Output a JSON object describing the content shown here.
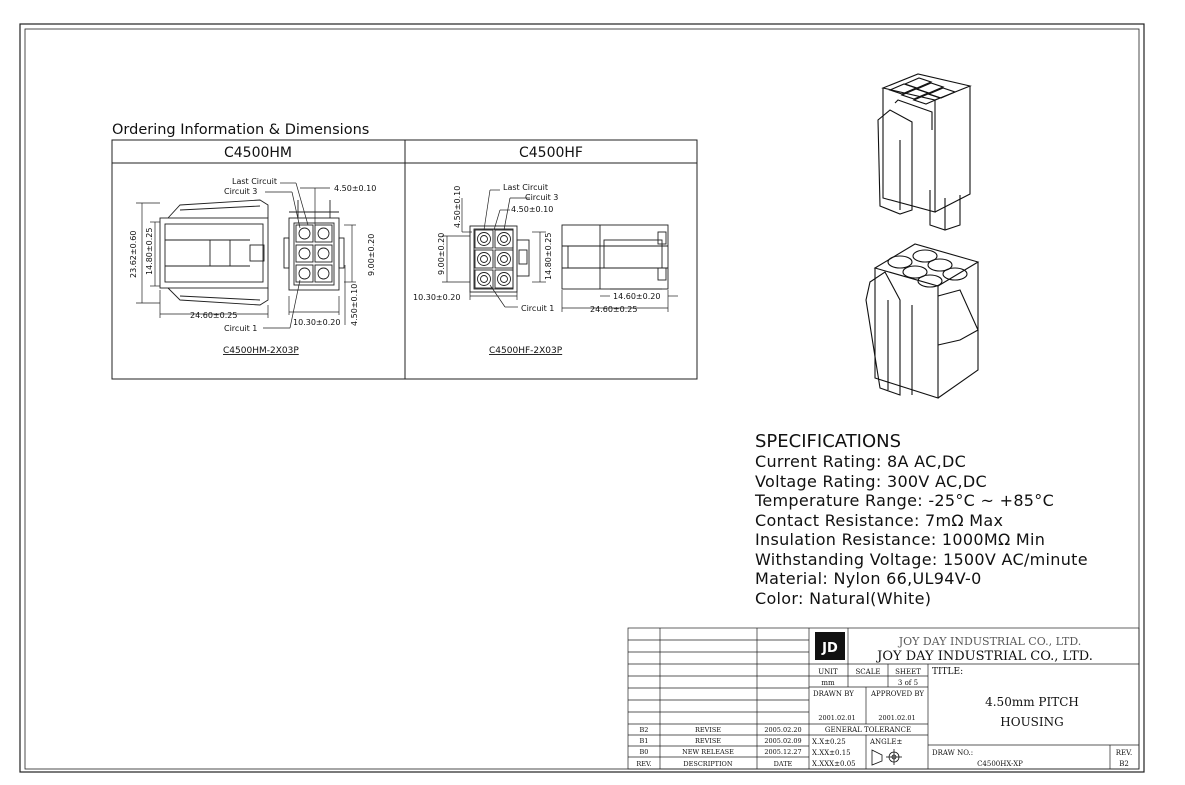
{
  "ordering": {
    "heading": "Ordering Information & Dimensions",
    "hm": {
      "header": "C4500HM",
      "part_number": "C4500HM-2X03P",
      "labels": {
        "last_circuit": "Last Circuit",
        "circuit3": "Circuit 3",
        "circuit1": "Circuit 1",
        "d_pitch": "4.50±0.10",
        "d_height": "23.62±0.60",
        "d_inner": "14.80±0.25",
        "d_length": "24.60±0.25",
        "d_width": "10.30±0.20",
        "d_right": "9.00±0.20",
        "d_pitch2": "4.50±0.10"
      }
    },
    "hf": {
      "header": "C4500HF",
      "part_number": "C4500HF-2X03P",
      "labels": {
        "last_circuit": "Last Circuit",
        "circuit3": "Circuit 3",
        "circuit1": "Circuit 1",
        "d_pitch_top": "4.50±0.10",
        "d_pitch_v": "4.50±0.10",
        "d_left": "9.00±0.20",
        "d_width": "10.30±0.20",
        "d_inner": "14.80±0.25",
        "d_inner2": "14.60±0.20",
        "d_length": "24.60±0.25"
      }
    }
  },
  "specifications": {
    "title": "SPECIFICATIONS",
    "lines": [
      "Current Rating: 8A AC,DC",
      "Voltage Rating: 300V AC,DC",
      "Temperature Range: -25°C ~ +85°C",
      "Contact Resistance: 7mΩ Max",
      "Insulation Resistance: 1000MΩ Min",
      "Withstanding Voltage: 1500V AC/minute",
      "Material: Nylon 66,UL94V-0",
      "Color: Natural(White)"
    ]
  },
  "title_block": {
    "company_cn_text": "JOY DAY INDUSTRIAL CO., LTD.",
    "company": "JOY DAY INDUSTRIAL CO., LTD.",
    "unit_label": "UNIT",
    "unit_value": "mm",
    "scale_label": "SCALE",
    "sheet_label": "SHEET",
    "sheet_value": "3 of 5",
    "title_label": "TITLE:",
    "title_line1": "4.50mm PITCH",
    "title_line2": "HOUSING",
    "drawn_by_label": "DRAWN BY",
    "approved_by_label": "APPROVED BY",
    "drawn_date": "2001.02.01",
    "approved_date": "2001.02.01",
    "general_tolerance_label": "GENERAL TOLERANCE",
    "tolerance_1": "X.X±0.25",
    "tolerance_2": "X.XX±0.15",
    "tolerance_3": "X.XXX±0.05",
    "angle_label": "ANGLE±",
    "drawing_no_label": "DRAW NO.:",
    "drawing_no": "C4500HX-XP",
    "rev_label": "REV.",
    "rev_value": "B2",
    "revisions": [
      {
        "rev": "B2",
        "description": "REVISE",
        "date": "2005.02.20"
      },
      {
        "rev": "B1",
        "description": "REVISE",
        "date": "2005.02.09"
      },
      {
        "rev": "B0",
        "description": "NEW RELEASE",
        "date": "2005.12.27"
      }
    ],
    "rev_header": "REV.",
    "description_header": "DESCRIPTION",
    "date_header": "DATE"
  }
}
